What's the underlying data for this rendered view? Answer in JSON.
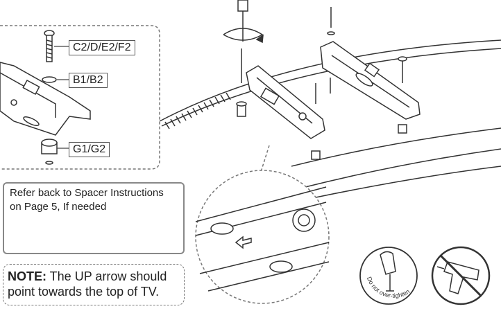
{
  "callouts": {
    "screw": "C2/D/E2/F2",
    "washer": "B1/B2",
    "spacer": "G1/G2"
  },
  "spacer_info": {
    "line1": "Refer back to Spacer Instructions",
    "line2": "on Page 5, If needed"
  },
  "note": {
    "label": "NOTE:",
    "line1": " The UP arrow should",
    "line2": "point towards the top of TV."
  },
  "warning": {
    "text": "Do not over-tighten"
  }
}
